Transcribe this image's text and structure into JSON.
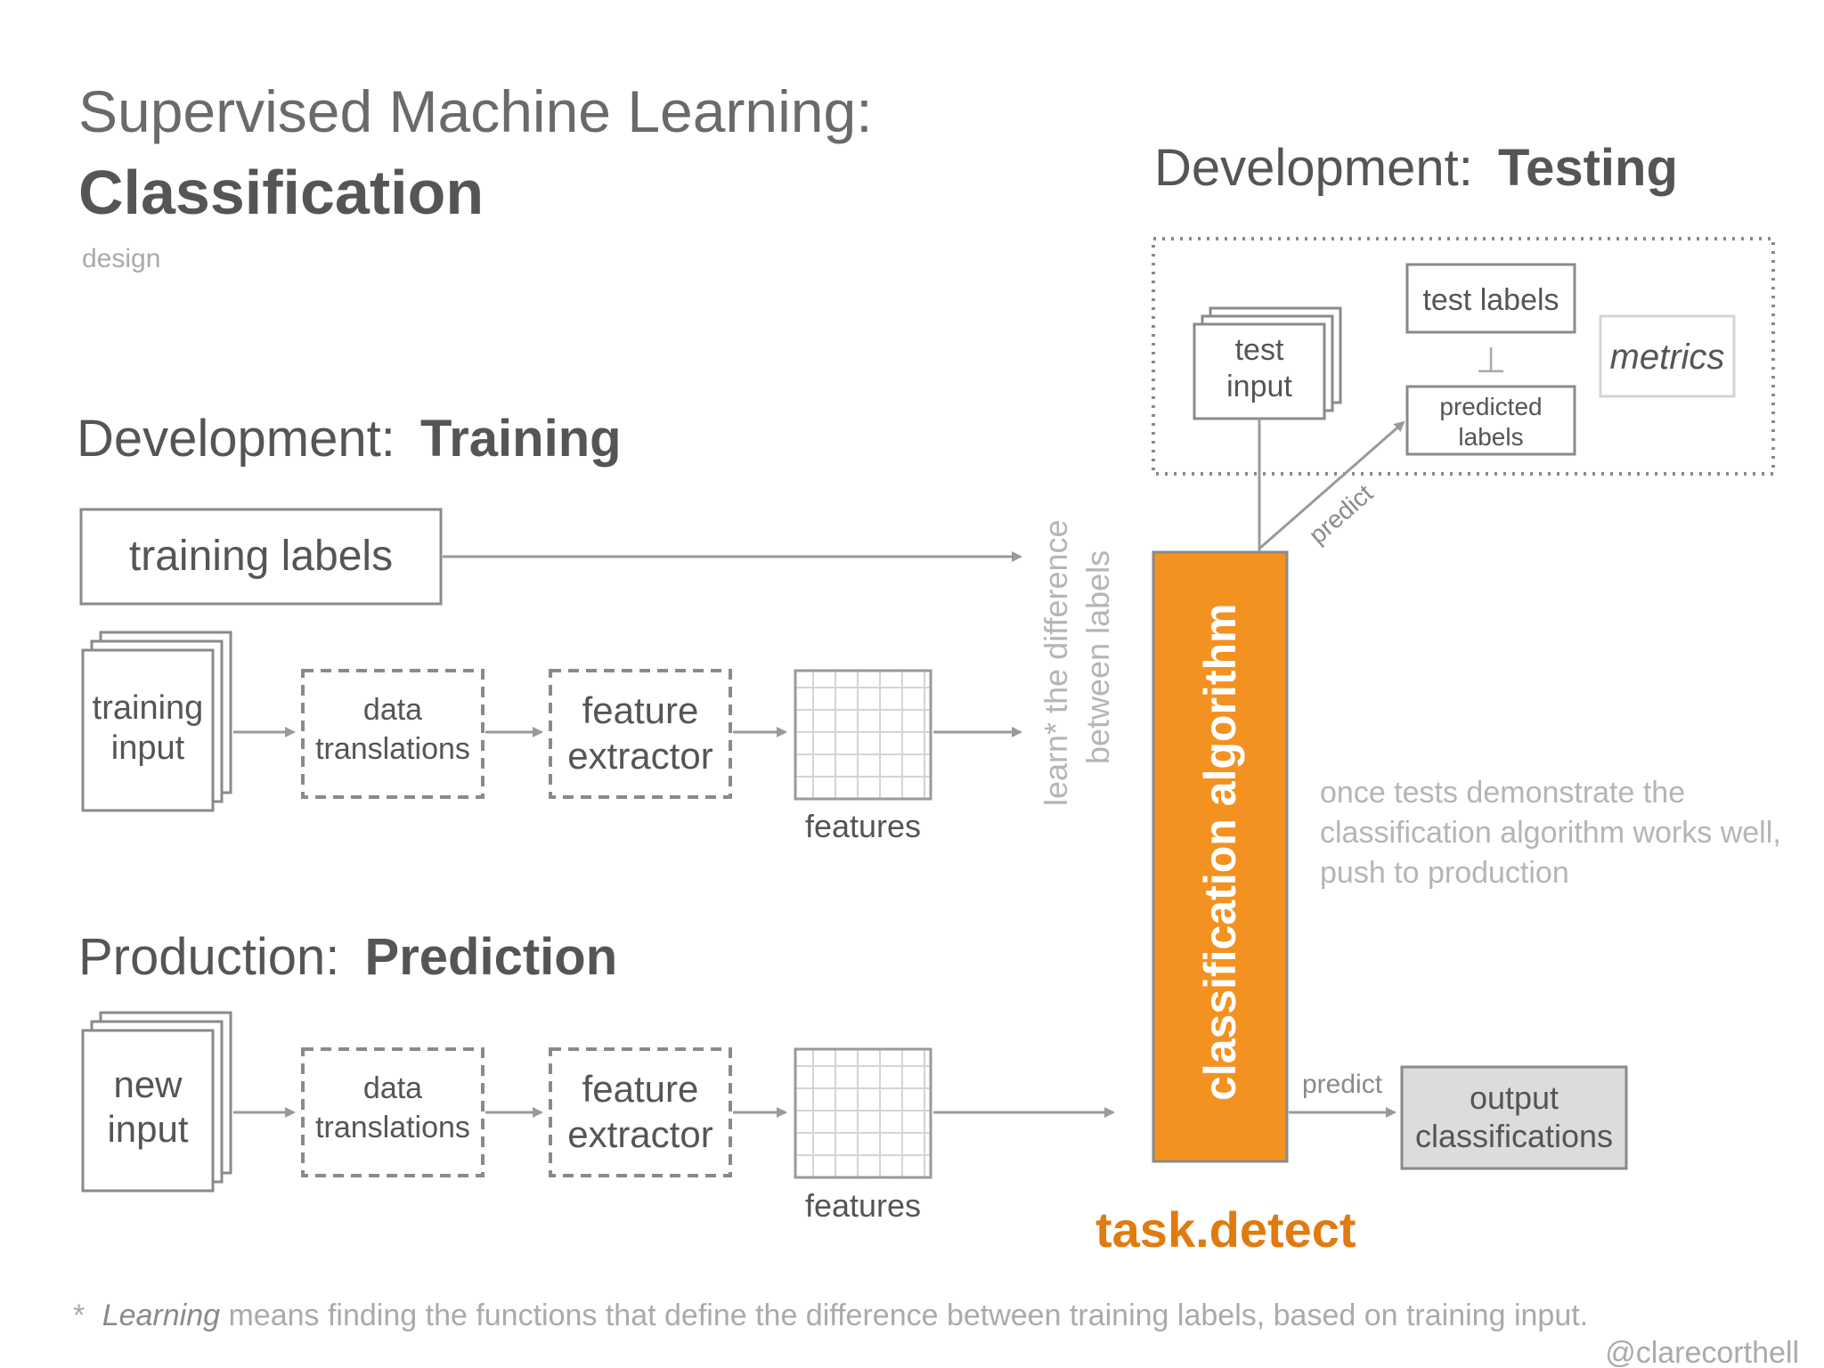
{
  "title": {
    "line1": "Supervised Machine Learning:",
    "line2": "Classification",
    "subtitle": "design"
  },
  "training": {
    "heading_prefix": "Development:",
    "heading_bold": "Training",
    "labels_box": "training labels",
    "input_line1": "training",
    "input_line2": "input",
    "translations_line1": "data",
    "translations_line2": "translations",
    "extractor_line1": "feature",
    "extractor_line2": "extractor",
    "features_label": "features",
    "learn_line1": "learn* the difference",
    "learn_line2": "between labels"
  },
  "prediction": {
    "heading_prefix": "Production:",
    "heading_bold": "Prediction",
    "input_line1": "new",
    "input_line2": "input",
    "translations_line1": "data",
    "translations_line2": "translations",
    "extractor_line1": "feature",
    "extractor_line2": "extractor",
    "features_label": "features",
    "predict_label": "predict",
    "output_line1": "output",
    "output_line2": "classifications"
  },
  "testing": {
    "heading_prefix": "Development:",
    "heading_bold": "Testing",
    "test_input_line1": "test",
    "test_input_line2": "input",
    "test_labels": "test labels",
    "perp_symbol": "⊥",
    "predicted_line1": "predicted",
    "predicted_line2": "labels",
    "metrics": "metrics",
    "predict_label": "predict"
  },
  "algorithm": {
    "label": "classification algorithm",
    "color": "#f39221"
  },
  "note": {
    "line1": "once tests demonstrate the",
    "line2": "classification algorithm works well,",
    "line3": "push to production"
  },
  "brand": {
    "name": "task.detect",
    "color": "#e07b10"
  },
  "footnote": {
    "star": "*",
    "emph": "Learning",
    "rest": " means finding the functions that define the difference between training labels, based on training input."
  },
  "credit": "@clarecorthell"
}
